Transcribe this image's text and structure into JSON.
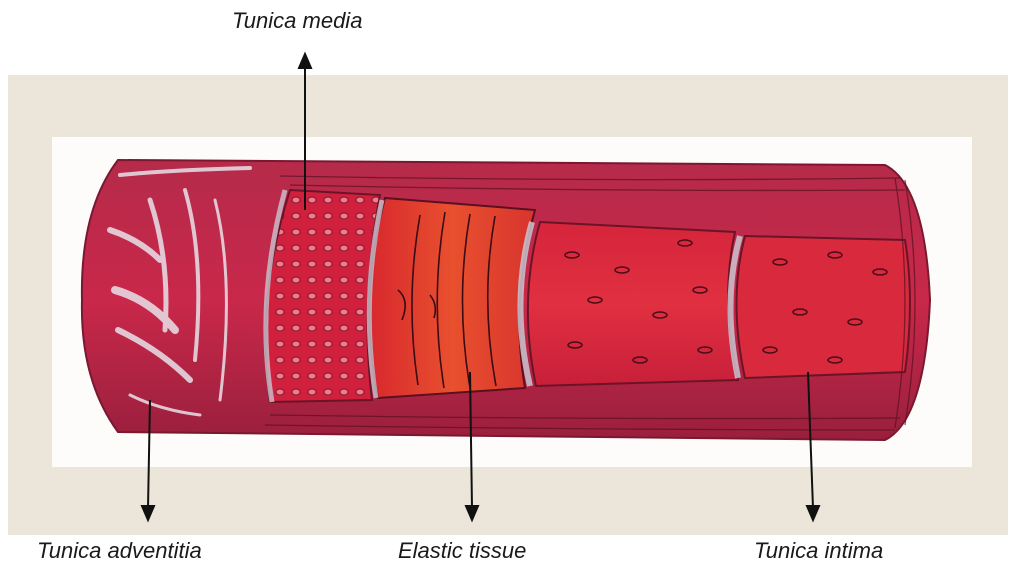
{
  "labels": {
    "tunica_media": "Tunica media",
    "tunica_adventitia": "Tunica adventitia",
    "elastic_tissue": "Elastic tissue",
    "tunica_intima": "Tunica intima"
  },
  "colors": {
    "frame": "#ebe6d9",
    "paper": "#fdfcfa",
    "vessel_dark": "#9a1f3d",
    "vessel_mid": "#c9284a",
    "vessel_red": "#e2343e",
    "vessel_orange": "#e84a2e",
    "highlight": "#d9d3dc",
    "arrow": "#111111"
  }
}
